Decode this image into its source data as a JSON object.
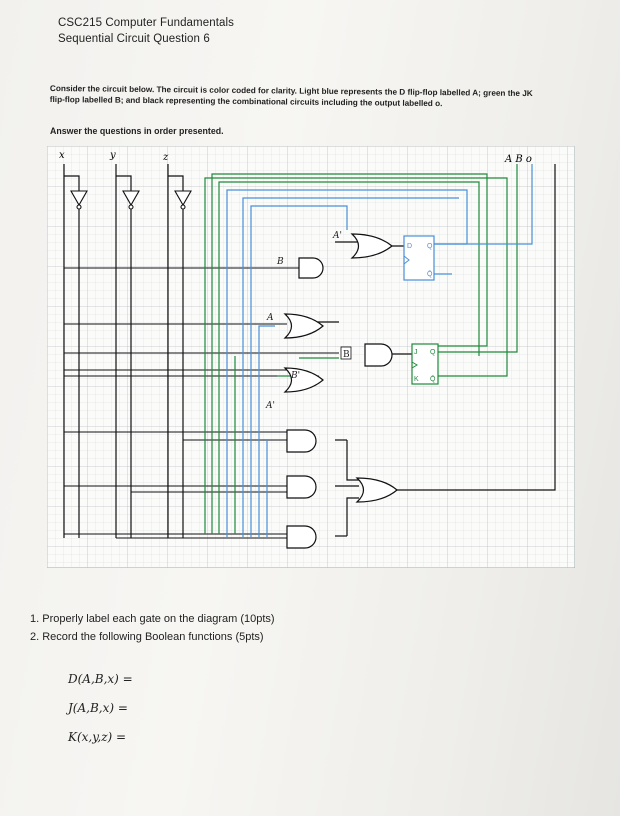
{
  "header": {
    "course": "CSC215 Computer Fundamentals",
    "subtitle": "Sequential Circuit Question 6"
  },
  "intro": {
    "paragraph": "Consider the circuit below. The circuit is color coded for clarity. Light blue represents the D flip-flop labelled A; green the JK flip-flop labelled B; and black representing the combinational circuits including the output labelled o.",
    "instruction": "Answer the questions in order presented."
  },
  "diagram": {
    "inputs": {
      "x": "x",
      "y": "y",
      "z": "z"
    },
    "outputs_label": "A B o",
    "gate_labels": {
      "b": "B",
      "a_prime_top": "A'",
      "a": "A",
      "b_box": "B",
      "b_prime": "B'",
      "a_prime_low": "A'"
    },
    "dff_pins": {
      "d": "D",
      "q": "Q",
      "qbar": "Q̄"
    },
    "jk_pins": {
      "j": "J",
      "q": "Q",
      "k": "K",
      "qbar": "Q̄"
    },
    "colors": {
      "light_blue": "#4a90d9",
      "green": "#1f8a3b",
      "black": "#111111",
      "grid": "#c9cdd0"
    }
  },
  "questions": {
    "q1": "1.  Properly label each gate on the diagram (10pts)",
    "q2": "2.  Record the following Boolean functions (5pts)"
  },
  "functions": {
    "d": "D(A,B,x) =",
    "j": "J(A,B,x) =",
    "k": "K(x,y,z) ="
  }
}
